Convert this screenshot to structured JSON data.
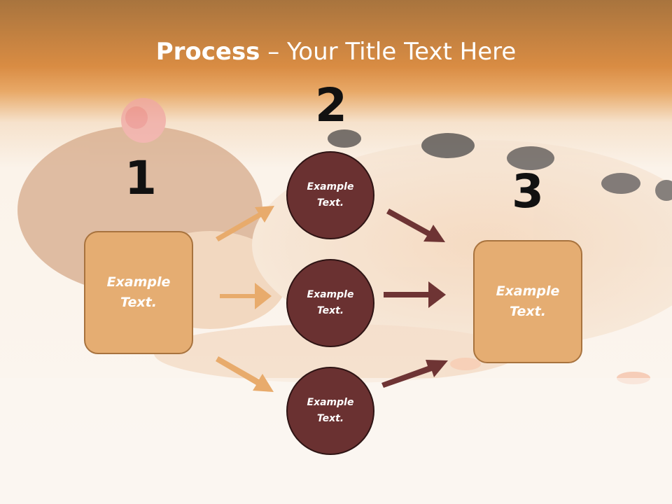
{
  "title": {
    "bold": "Process",
    "rest": " – Your Title Text Here"
  },
  "steps": [
    {
      "number": "1",
      "text": "Example\nText."
    },
    {
      "number": "2"
    },
    {
      "number": "3",
      "text": "Example\nText."
    }
  ],
  "circles": [
    {
      "text": "Example\nText."
    },
    {
      "text": "Example\nText."
    },
    {
      "text": "Example\nText."
    }
  ],
  "colors": {
    "header_orange": "#d98c43",
    "box_fill": "#e5ad72",
    "box_border": "#a8733e",
    "circle_fill": "#6a3131",
    "arrow_light": "#e8ab6c",
    "arrow_dark": "#6e3434"
  }
}
